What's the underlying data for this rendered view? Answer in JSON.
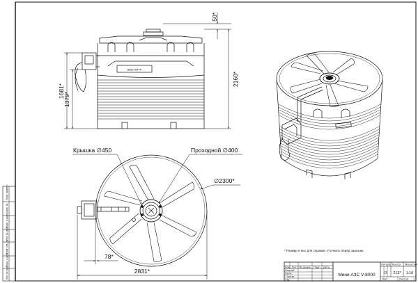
{
  "dimensions": {
    "lid_height": "50*",
    "total_height": "2160*",
    "height_outer": "1681*",
    "height_inner": "1379*",
    "diameter": "∅2300*",
    "overall_width": "2831*",
    "offset": "78*"
  },
  "callouts": {
    "cover": "Крышка ∅450",
    "passage": "Проходной ∅400"
  },
  "note": "* Размер и вес для справки. Уточнить перед заказом.",
  "title_block": {
    "name": "Мини АЗС V-8000",
    "lit_header": "Литера",
    "mass_header": "Масса",
    "scale_header": "Масштаб",
    "lit_value": "О",
    "mass_value": "213*",
    "scale_value": "1:16",
    "sheet_label": "Лист",
    "sheets_label": "Листов",
    "sheets_value": "1",
    "rows": [
      "Изм. Лист",
      "Разраб.",
      "Пров.",
      "Т.контр.",
      "Н.контр.",
      "Утв."
    ],
    "col_headers": [
      "№ докум.",
      "Подп.",
      "Дата"
    ]
  },
  "side_stamp": [
    "Перв. примен.",
    "Справ. №",
    "Подп. и дата",
    "Инв. № дубл.",
    "Взам. инв. №",
    "Подп. и дата",
    "Инв. № подл."
  ],
  "tank_marking": "8000 ЛИТР"
}
